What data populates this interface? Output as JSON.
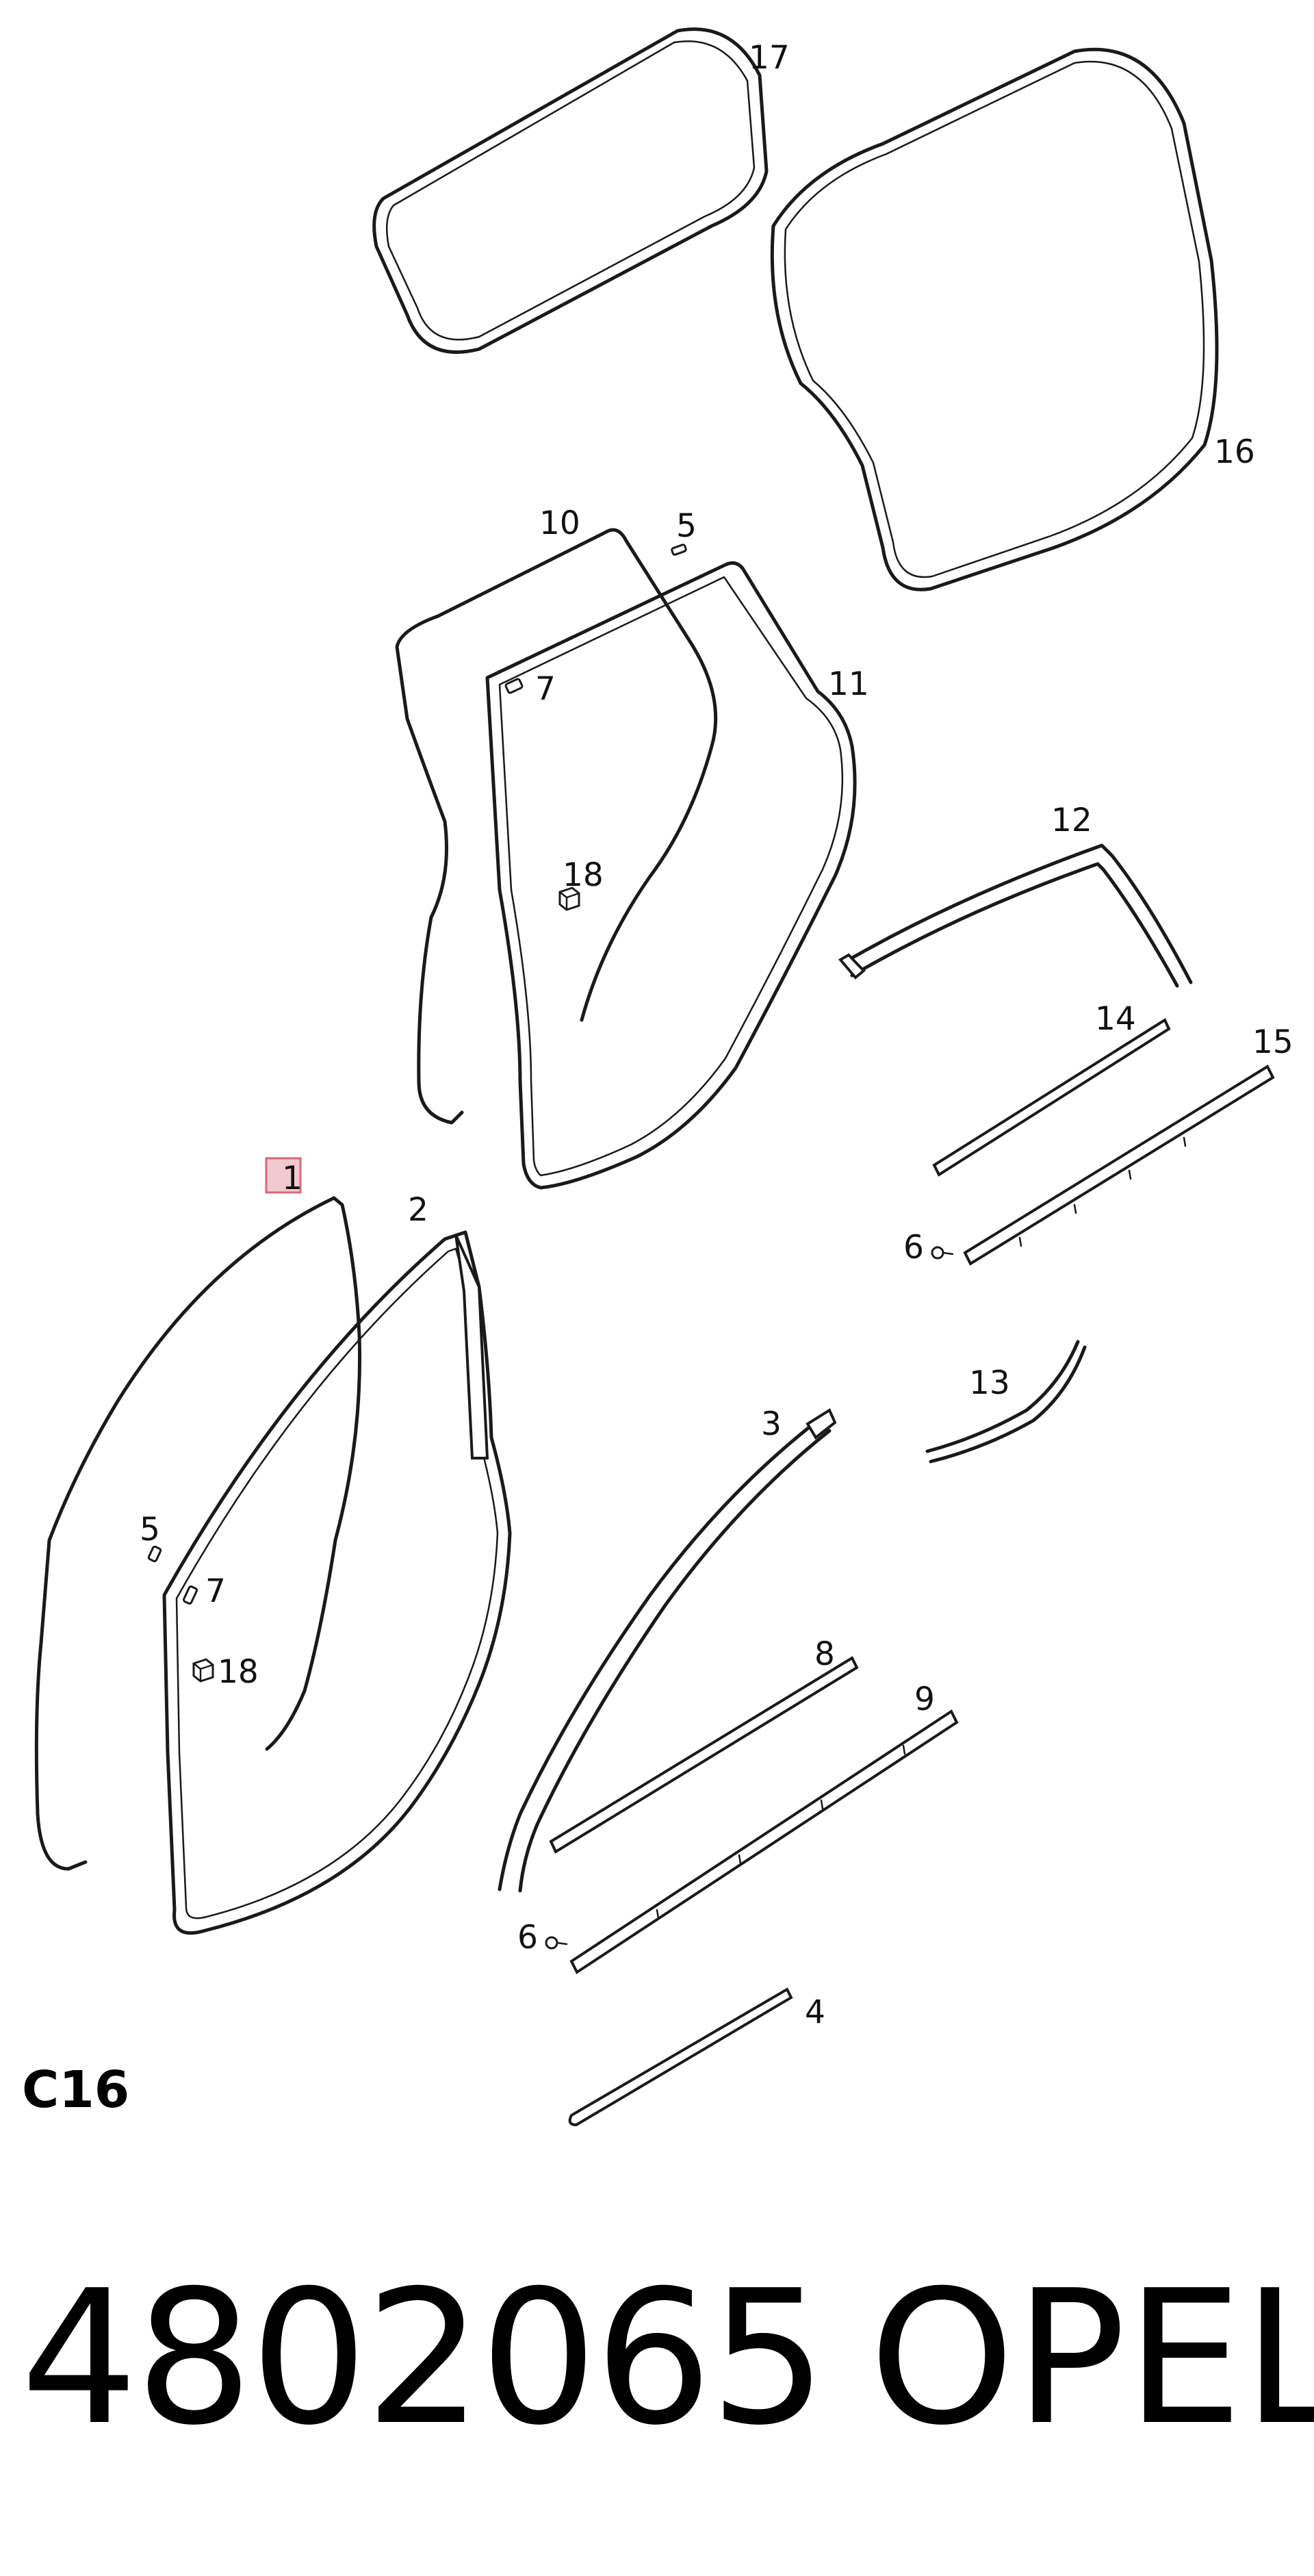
{
  "diagram": {
    "code": "C16",
    "part_number": "4802065",
    "brand": "OPEL",
    "callouts": [
      "1",
      "2",
      "3",
      "4",
      "5",
      "5",
      "6",
      "6",
      "7",
      "7",
      "8",
      "9",
      "10",
      "11",
      "12",
      "13",
      "14",
      "15",
      "16",
      "17",
      "18",
      "18"
    ],
    "highlighted_callout": "1"
  }
}
